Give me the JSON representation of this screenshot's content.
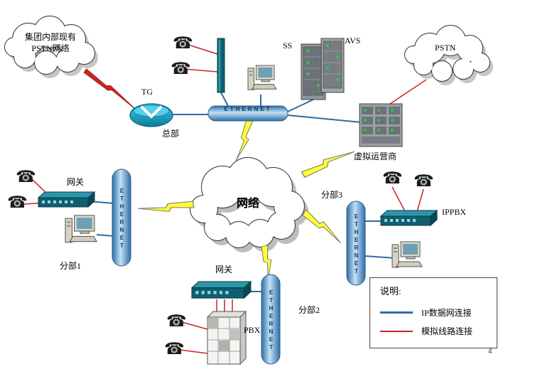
{
  "diagram": {
    "clouds": {
      "internal_pstn": {
        "line1": "集团内部现有",
        "line2": "PSTN网络"
      },
      "pstn": {
        "label": "PSTN"
      },
      "network": {
        "label": "网络"
      }
    },
    "nodes": {
      "tg": "TG",
      "headquarters": "总部",
      "ethernet": "ETHERNET",
      "ss": "SS",
      "avs": "AVS",
      "virtual_operator": "虚拟运营商",
      "gateway": "网关",
      "branch1": "分部1",
      "branch2": "分部2",
      "branch3": "分部3",
      "ippbx": "IPPBX",
      "pbx": "PBX"
    },
    "legend": {
      "title": "说明:",
      "items": [
        {
          "label": "IP数据网连接",
          "color": "#2e6da4",
          "style": "thick"
        },
        {
          "label": "模拟线路连接",
          "color": "#cc2222",
          "style": "thin"
        }
      ]
    },
    "page_number": "4",
    "colors": {
      "ip_link": "#2e6da4",
      "analog_link": "#cc2222",
      "lightning_fill": "#ffff33",
      "cylinder_blue": "#2f6ea8"
    }
  }
}
